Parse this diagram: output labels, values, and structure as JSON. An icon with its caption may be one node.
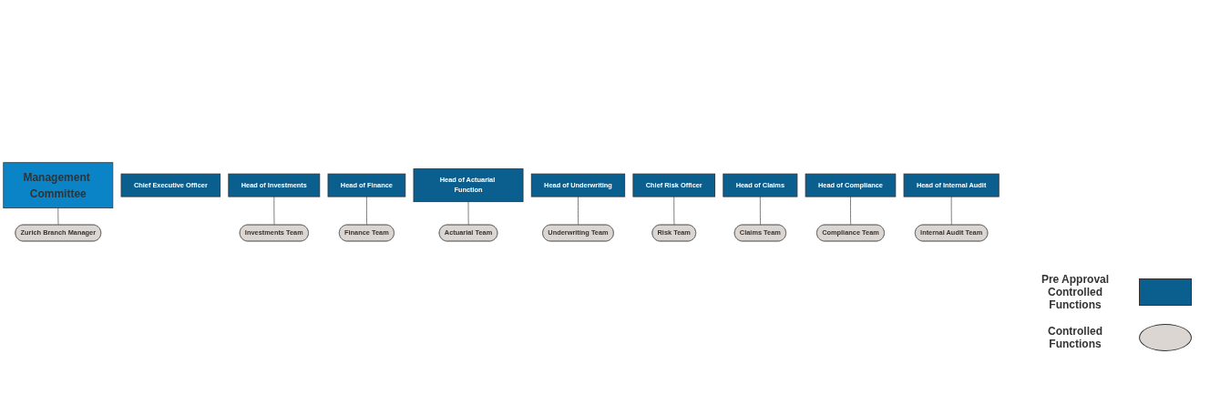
{
  "diagram": {
    "nodes": [
      {
        "text": [
          "Management Committee"
        ]
      },
      {
        "text": [
          "Chief Executive Officer"
        ]
      },
      {
        "text": [
          "Head of Investments"
        ]
      },
      {
        "text": [
          "Head of Finance"
        ]
      },
      {
        "text": [
          "Head of Actuarial Function"
        ]
      },
      {
        "text": [
          "Head of Underwriting"
        ]
      },
      {
        "text": [
          "Chief Risk Officer"
        ]
      },
      {
        "text": [
          "Head of Claims"
        ]
      },
      {
        "text": [
          "Head of Compliance"
        ]
      },
      {
        "text": [
          "Head of Internal Audit"
        ]
      },
      {
        "text": [
          "Investments Team"
        ]
      },
      {
        "text": [
          "Finance Team"
        ]
      },
      {
        "text": [
          "Actuarial Team"
        ]
      },
      {
        "text": [
          "Underwriting Team"
        ]
      },
      {
        "text": [
          "Risk Team"
        ]
      },
      {
        "text": [
          "Claims Team"
        ]
      },
      {
        "text": [
          "Compliance Team"
        ]
      },
      {
        "text": [
          "Internal Audit Team"
        ]
      },
      {
        "text": [
          "Zurich Branch Manager"
        ]
      }
    ],
    "edges": [
      {
        "from": 0,
        "to": 18,
        "arrow": "none"
      },
      {
        "from": 2,
        "to": 10,
        "arrow": "none"
      },
      {
        "from": 3,
        "to": 11,
        "arrow": "none"
      },
      {
        "from": 4,
        "to": 12,
        "arrow": "none"
      },
      {
        "from": 5,
        "to": 13,
        "arrow": "none"
      },
      {
        "from": 6,
        "to": 14,
        "arrow": "none"
      },
      {
        "from": 7,
        "to": 15,
        "arrow": "none"
      },
      {
        "from": 8,
        "to": 16,
        "arrow": "none"
      },
      {
        "from": 9,
        "to": 17,
        "arrow": "none"
      }
    ],
    "legend": [
      {
        "text": "Pre Approval Controlled Functions",
        "color": "#0b5f8e"
      },
      {
        "text": "Controlled Functions",
        "color": "#dcd6d2"
      }
    ]
  }
}
